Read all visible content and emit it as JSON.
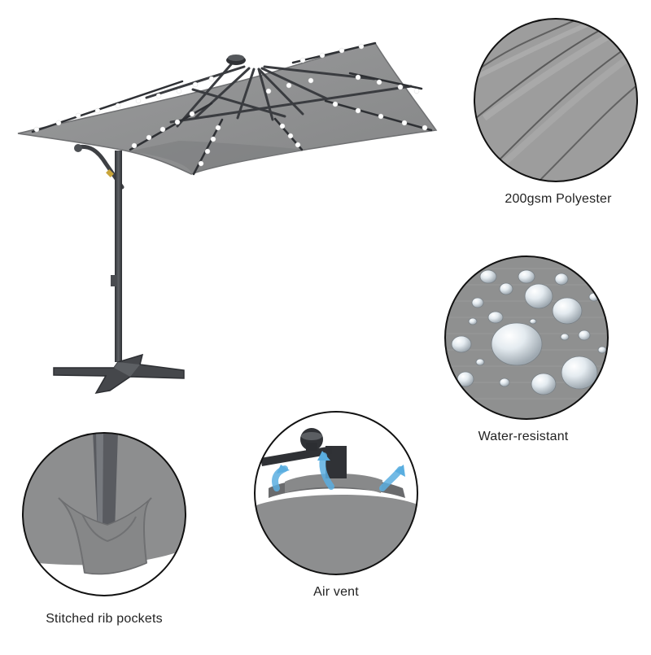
{
  "captions": {
    "fabric": "200gsm Polyester",
    "water": "Water-resistant",
    "vent": "Air vent",
    "pockets": "Stitched rib pockets"
  },
  "colors": {
    "canopy": "#8f9091",
    "canopy_shadow": "#7b7c7d",
    "frame": "#3d3f43",
    "frame_light": "#5b5e62",
    "fabric_detail": "#9a9a9a",
    "fabric_dark": "#7f7f7f",
    "water_drop": "#dbe3ea",
    "vent_arrow": "#4ea8d8",
    "base": "#4a4c50",
    "background": "#ffffff"
  },
  "icons": {
    "fabric_detail": "fabric-fold-icon",
    "water_detail": "water-drop-icon",
    "vent_detail": "air-vent-icon",
    "pocket_detail": "rib-pocket-icon",
    "umbrella": "patio-umbrella-icon"
  }
}
